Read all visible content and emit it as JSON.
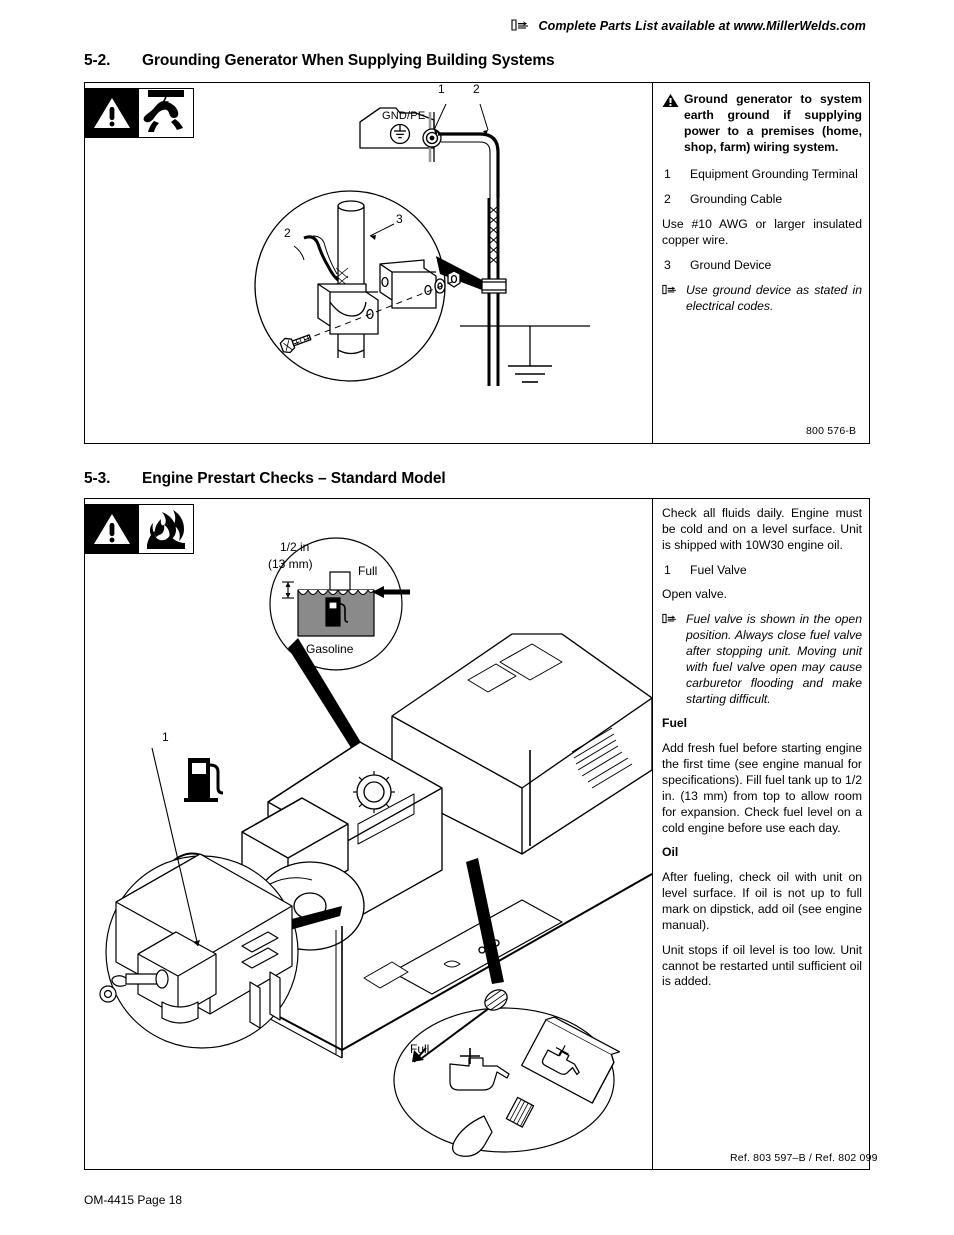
{
  "header": {
    "icon": "pointing-hand-icon",
    "text": "Complete Parts List available at www.MillerWelds.com"
  },
  "section_52": {
    "number": "5-2.",
    "title": "Grounding Generator When Supplying Building Systems",
    "hazard_icons": [
      "warning-triangle-icon",
      "electric-shock-icon"
    ],
    "warning": "Ground generator to system earth ground if supplying power to a premises (home, shop, farm) wiring system.",
    "items": [
      {
        "n": "1",
        "label": "Equipment Grounding Terminal"
      },
      {
        "n": "2",
        "label": "Grounding Cable"
      },
      {
        "n": "3",
        "label": "Ground Device"
      }
    ],
    "wire_note": "Use #10 AWG or larger insulated copper wire.",
    "ground_note": "Use ground device as stated in electrical codes.",
    "diagram": {
      "panel_label": "GND/PE",
      "callout_1": "1",
      "callout_2": "2",
      "detail_callout_2": "2",
      "detail_callout_3": "3"
    },
    "figure_ref": "800 576-B"
  },
  "section_53": {
    "number": "5-3.",
    "title": "Engine Prestart Checks – Standard Model",
    "hazard_icons": [
      "warning-triangle-icon",
      "fire-hazard-icon"
    ],
    "intro": "Check all fluids daily. Engine must be cold and on a level surface. Unit is shipped with 10W30 engine oil.",
    "items": [
      {
        "n": "1",
        "label": "Fuel Valve"
      }
    ],
    "open_valve": "Open valve.",
    "valve_note": "Fuel valve is shown in the open position. Always close fuel valve after stopping unit. Moving unit with fuel valve open may cause carburetor flooding and make starting difficult.",
    "fuel_heading": "Fuel",
    "fuel_text": "Add fresh fuel before starting engine the first time (see engine manual for specifications). Fill fuel tank up to 1/2 in. (13 mm) from top to allow room for expansion. Check fuel level on a cold engine before use each day.",
    "oil_heading": "Oil",
    "oil_text_1": "After fueling, check oil with unit on level surface. If oil is not up to full mark on dipstick, add oil (see engine manual).",
    "oil_text_2": "Unit stops if oil level is too low. Unit cannot be restarted until sufficient oil is added.",
    "diagram": {
      "gap_label_line1": "1/2 in",
      "gap_label_line2": "(13 mm)",
      "full_label": "Full",
      "gasoline_label": "Gasoline",
      "fuel_callout": "1",
      "fuel_pump_icon": "fuel-pump-icon",
      "oil_full_label": "Full"
    },
    "figure_ref": "Ref. 803 597–B / Ref. 802 099"
  },
  "footer": "OM-4415 Page 18",
  "colors": {
    "ink": "#000000",
    "tank_gray": "#8a8a8a",
    "page": "#ffffff"
  }
}
